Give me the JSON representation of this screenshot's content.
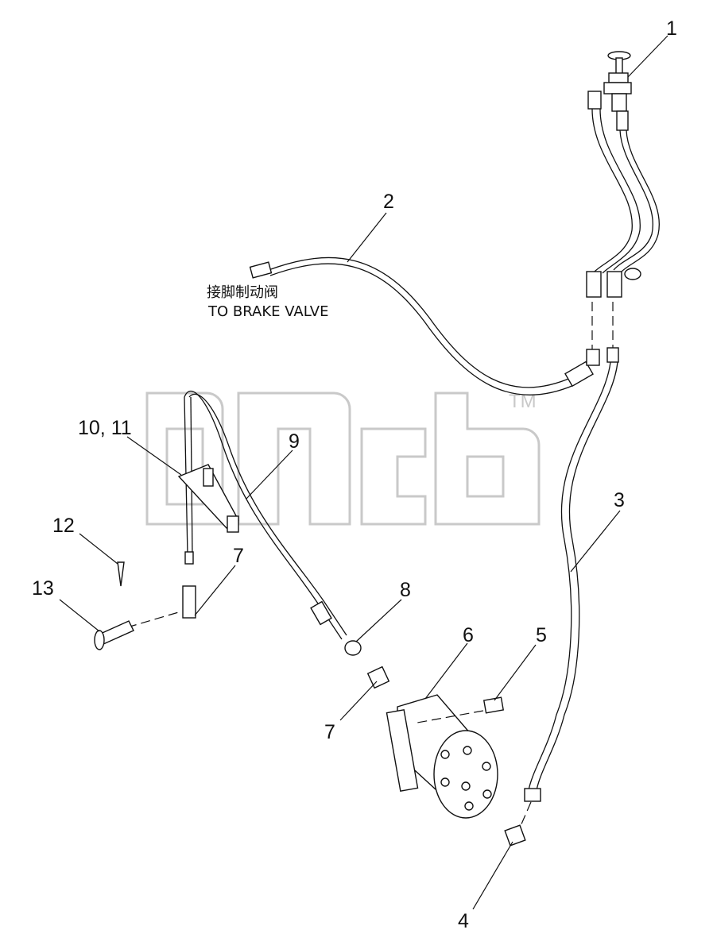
{
  "labels": {
    "p1": "1",
    "p2": "2",
    "p3": "3",
    "p4": "4",
    "p5": "5",
    "p6": "6",
    "p7a": "7",
    "p7b": "7",
    "p8": "8",
    "p9": "9",
    "p10_11": "10, 11",
    "p12": "12",
    "p13": "13"
  },
  "note": {
    "cn": "接脚制动阀",
    "en": "TO BRAKE VALVE"
  },
  "watermark": {
    "tm": "TM"
  }
}
